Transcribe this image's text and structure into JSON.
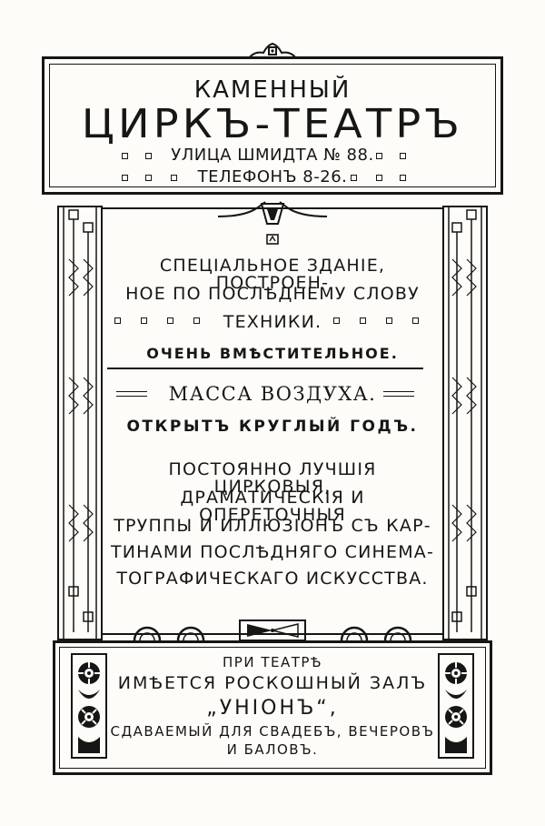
{
  "header": {
    "title_small": "КАМЕННЫЙ",
    "title_big": "ЦИРКЪ-ТЕАТРЪ",
    "street": "УЛИЦА ШМИДТА № 88.",
    "phone": "ТЕЛЕФОНЪ 8-26."
  },
  "main": {
    "line1": "СПЕЦІАЛЬНОЕ ЗДАНІЕ, ПОСТРОЕН-",
    "line2": "НОЕ ПО ПОСЛѢДНЕМУ СЛОВУ",
    "line3": "ТЕХНИКИ.",
    "line4": "ОЧЕНЬ ВМѢСТИТЕЛЬНОЕ.",
    "line5": "МАССА ВОЗДУХА.",
    "line6": "ОТКРЫТЪ КРУГЛЫЙ ГОДЪ.",
    "line7": "ПОСТОЯННО ЛУЧШІЯ ЦИРКОВЫЯ,",
    "line8": "ДРАМАТИЧЕСКІЯ И ОПЕРЕТОЧНЫЯ",
    "line9": "ТРУППЫ И ИЛЛЮЗІОНЪ СЪ КАР-",
    "line10": "ТИНАМИ ПОСЛѢДНЯГО СИНЕМА-",
    "line11": "ТОГРАФИЧЕСКАГО ИСКУССТВА."
  },
  "footer": {
    "line1": "ПРИ ТЕАТРѢ",
    "line2": "ИМѢЕТСЯ РОСКОШНЫЙ ЗАЛЪ",
    "line3": "„УНІОНЪ“,",
    "line4": "СДАВАЕМЫЙ ДЛЯ СВАДЕБЪ, ВЕЧЕРОВЪ",
    "line5": "И БАЛОВЪ."
  },
  "colors": {
    "ink": "#161616",
    "paper": "#fdfcf8"
  }
}
